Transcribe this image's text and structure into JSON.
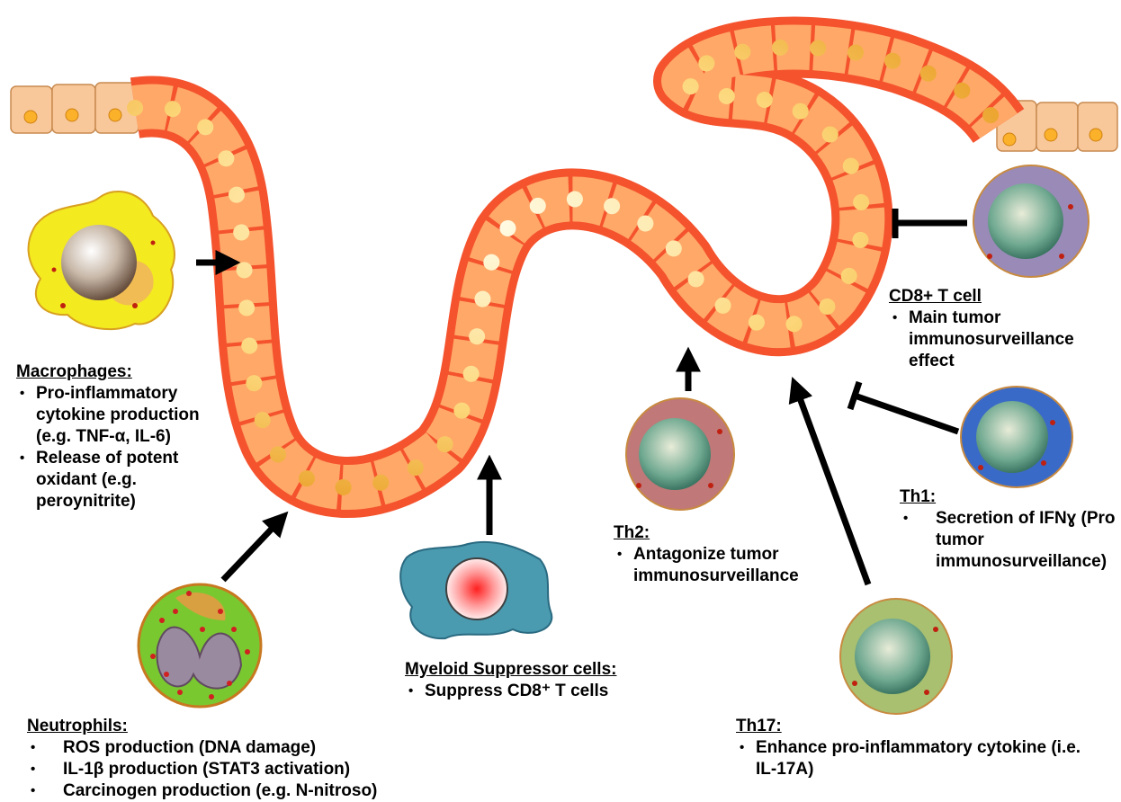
{
  "labels": {
    "macrophages": {
      "title": "Macrophages:",
      "items": [
        "Pro-inflammatory cytokine production (e.g. TNF-α, IL-6)",
        "Release of potent oxidant (e.g. peroynitrite)"
      ]
    },
    "neutrophils": {
      "title": "Neutrophils:",
      "items": [
        "ROS production (DNA damage)",
        "IL-1β production (STAT3 activation)",
        "Carcinogen production (e.g.  N-nitroso)"
      ]
    },
    "myeloid": {
      "title": "Myeloid  Suppressor cells:",
      "items": [
        "Suppress CD8⁺ T cells"
      ]
    },
    "th2": {
      "title": "Th2:",
      "items": [
        "Antagonize tumor immunosurveillance"
      ]
    },
    "th17": {
      "title": "Th17:",
      "items": [
        "Enhance pro-inflammatory cytokine (i.e. IL-17A)"
      ]
    },
    "th1": {
      "title": "Th1:",
      "items": [
        "Secretion of IFNɣ (Pro tumor immunosurveillance)"
      ]
    },
    "cd8": {
      "title": "CD8+ T cell",
      "items": [
        "Main tumor immunosurveillance effect"
      ]
    }
  },
  "colors": {
    "tumor_cell": "#f04a28",
    "normal_cell": "#f8c89a",
    "nucleus": "#fbbd2a",
    "arrow": "#000000"
  }
}
